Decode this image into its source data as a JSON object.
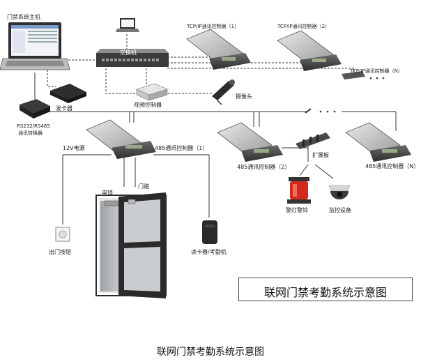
{
  "labels": {
    "host": "门禁系统主机",
    "switch": "交换机",
    "tcp_ctrl_1": "TCP/IP通讯控制器（1）",
    "tcp_ctrl_2": "TCP/IP通讯控制器（2）",
    "tcp_ctrl_n": "TCP/IP通讯控制器（N）",
    "card_issuer": "发卡器",
    "converter_line1": "RS232/RS485",
    "converter_line2": "通讯转换器",
    "video_ctrl": "视频控制器",
    "camera": "摄像头",
    "ellipsis": "· · ·",
    "power_12v": "12V电源",
    "ctrl_485_1": "485通讯控制器（1）",
    "ctrl_485_2": "485通讯控制器（2）",
    "ctrl_485_n": "485通讯控制器（N）",
    "expansion_board": "扩展板",
    "electric_lock": "电锁",
    "door_magnet": "门磁",
    "exit_button": "出门按钮",
    "reader": "读卡器/考勤机",
    "alarm": "警灯警铃",
    "monitor": "监控设备"
  },
  "inner_title": "联网门禁考勤系统示意图",
  "caption": "联网门禁考勤系统示意图",
  "colors": {
    "line": "#333333",
    "dashed": "#444444",
    "device_dark": "#3a3a3a",
    "device_mid": "#7a7a7a",
    "alarm_red": "#d42a1e",
    "door_frame": "#2b2b2b",
    "door_glass": "#c9ccd0"
  }
}
